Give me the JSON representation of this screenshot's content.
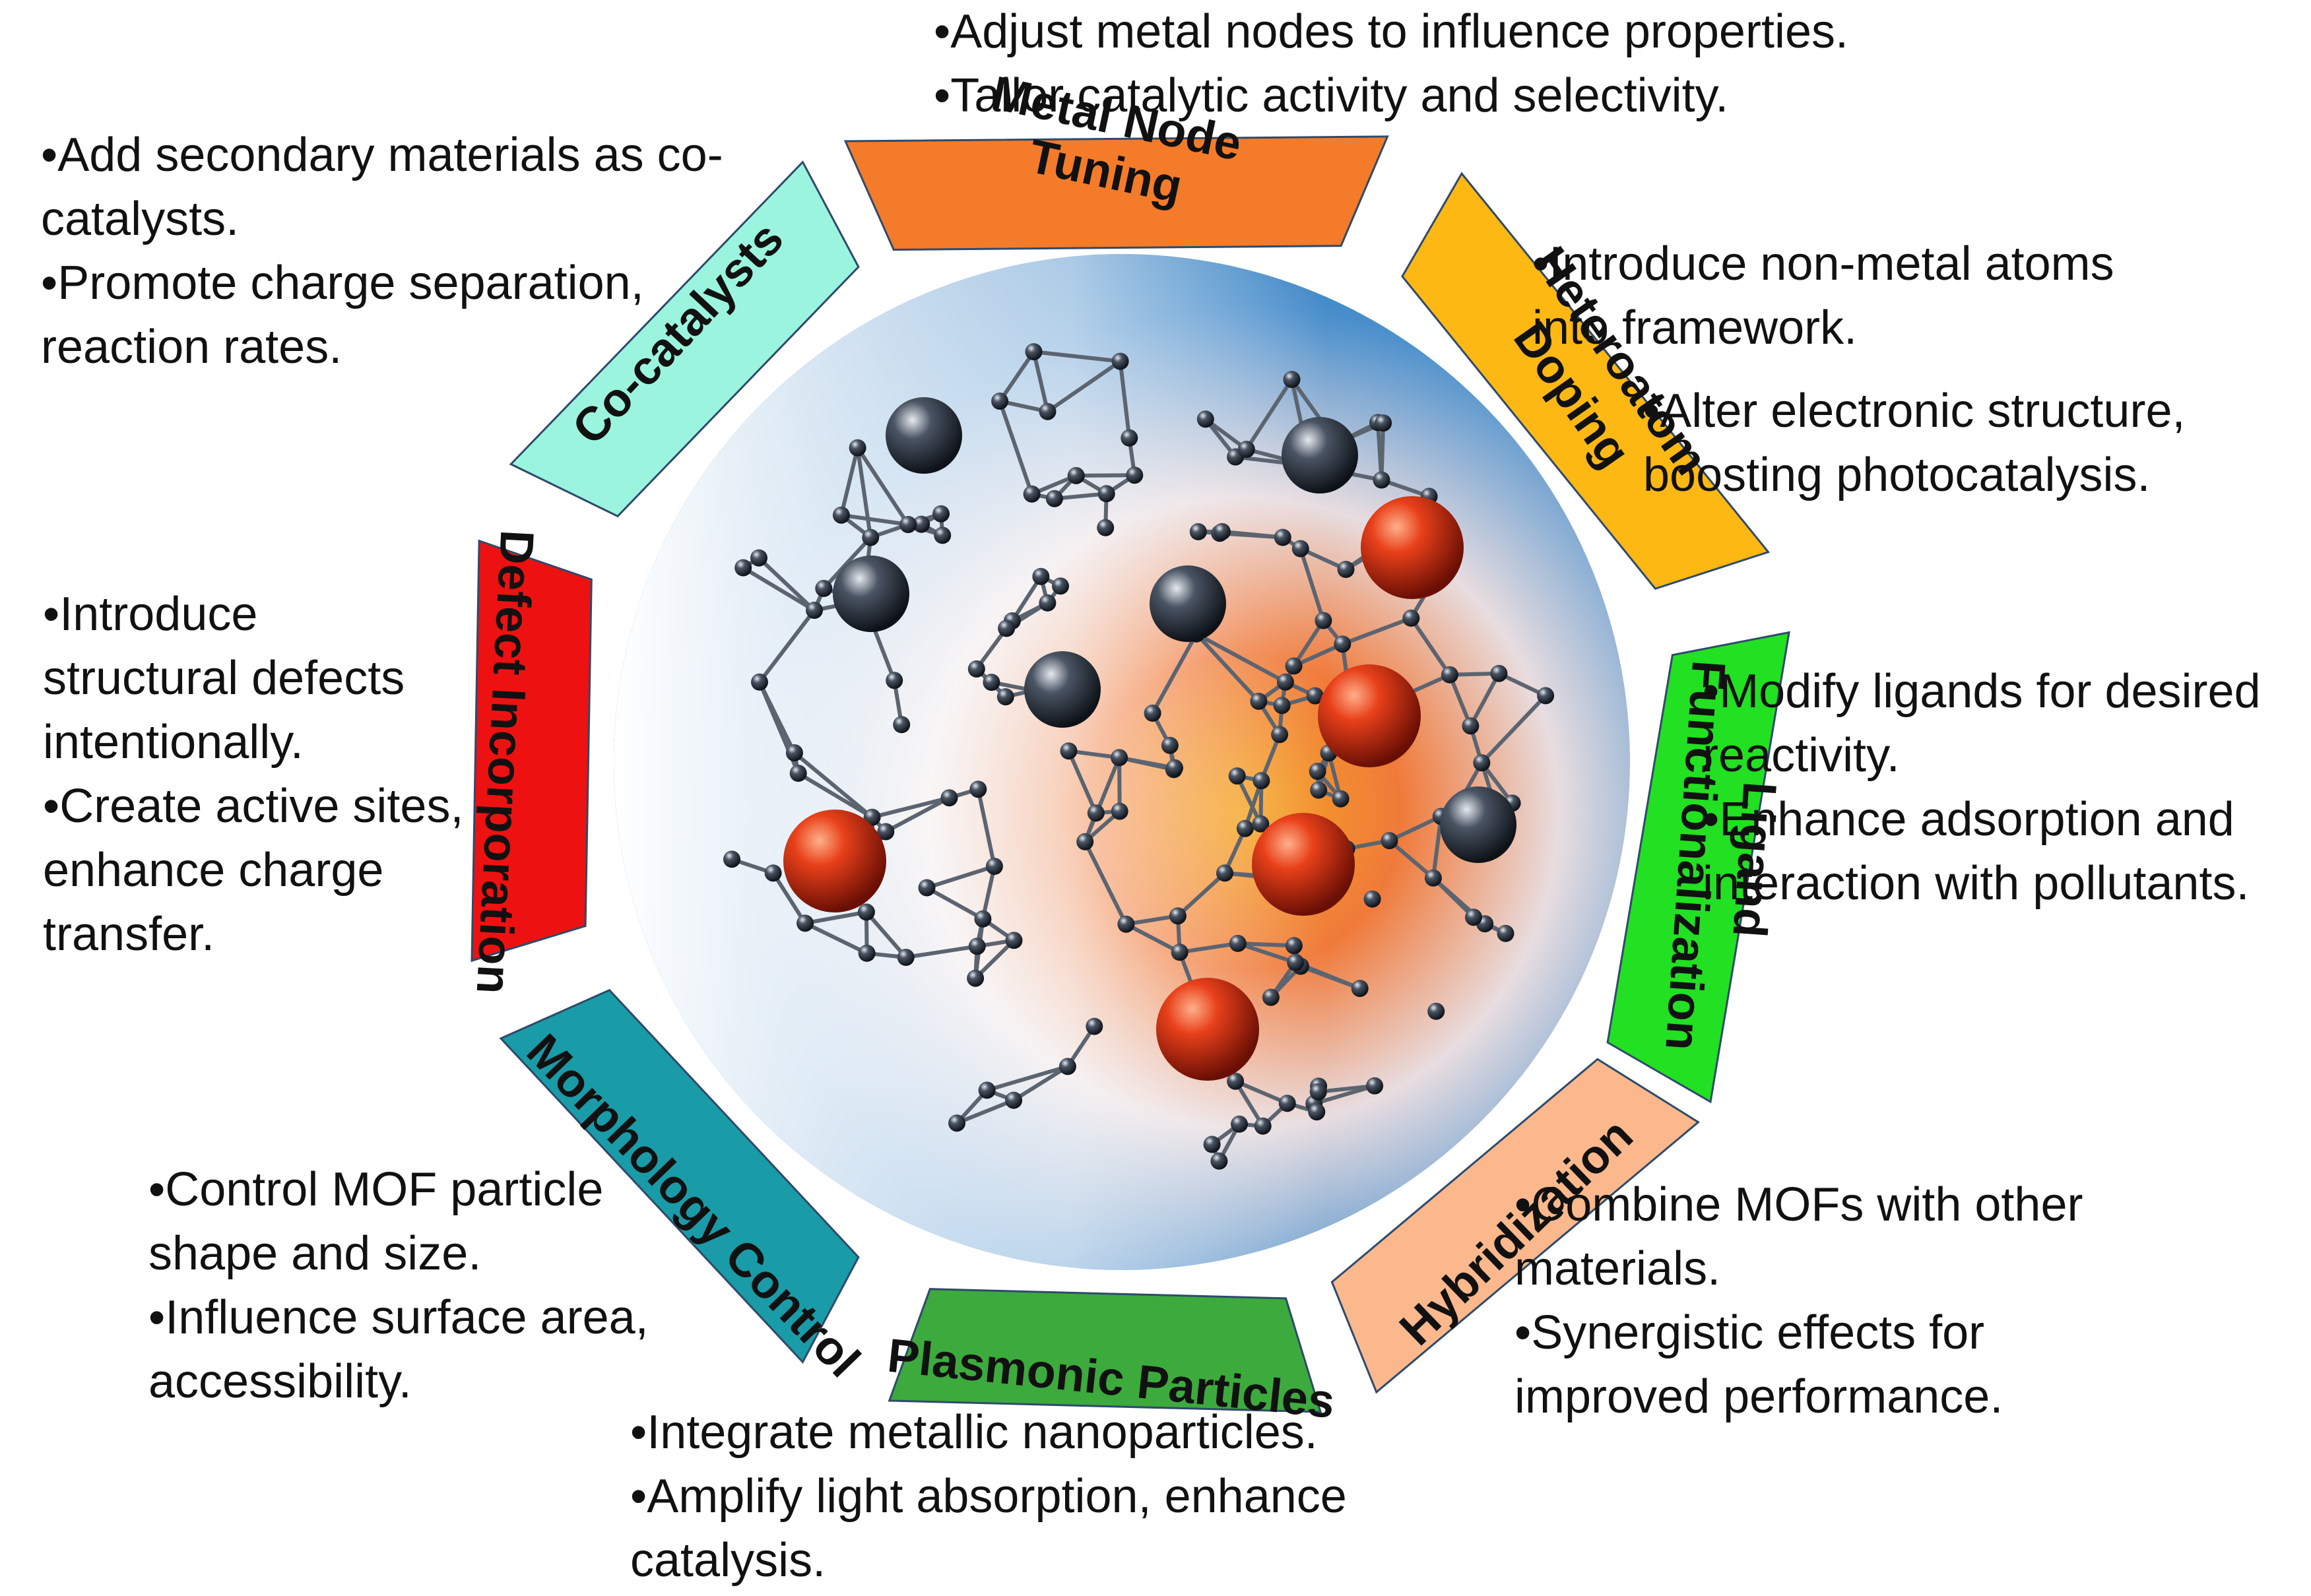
{
  "center_image": {
    "name": "mof-framework-illustration"
  },
  "segments": [
    {
      "id": "metal-node-tuning",
      "label_lines": [
        "Metal Node",
        "Tuning"
      ],
      "color": "#F47B2A",
      "bullets": [
        "•Adjust metal nodes to influence properties.",
        "•Tailor catalytic activity and selectivity."
      ]
    },
    {
      "id": "heteroatom-doping",
      "label_lines": [
        "Heteroatom",
        "Doping"
      ],
      "color": "#FDB813",
      "bullets": [
        "•Introduce non-metal atoms into framework.",
        "•Alter electronic structure, boosting photocatalysis."
      ]
    },
    {
      "id": "ligand-functionalization",
      "label_lines": [
        "Ligand",
        "Functionalization"
      ],
      "color": "#22E022",
      "bullets": [
        "•Modify ligands for desired reactivity.",
        "•Enhance adsorption and interaction with pollutants."
      ]
    },
    {
      "id": "hybridization",
      "label_lines": [
        "Hybridization"
      ],
      "color": "#FAB88C",
      "bullets": [
        "•Combine MOFs with other materials.",
        "•Synergistic effects for improved performance."
      ]
    },
    {
      "id": "plasmonic-particles",
      "label_lines": [
        "Plasmonic Particles"
      ],
      "color": "#3DAA3D",
      "bullets": [
        "•Integrate metallic nanoparticles.",
        "•Amplify light absorption, enhance catalysis."
      ]
    },
    {
      "id": "morphology-control",
      "label_lines": [
        "Morphology Control"
      ],
      "color": "#1A9BA8",
      "bullets": [
        "•Control MOF particle shape and size.",
        "•Influence surface area, accessibility."
      ]
    },
    {
      "id": "defect-incorporation",
      "label_lines": [
        "Defect Incorporation"
      ],
      "color": "#EE1111",
      "bullets": [
        "•Introduce structural defects intentionally.",
        "•Create active sites, enhance charge transfer."
      ]
    },
    {
      "id": "co-catalysts",
      "label_lines": [
        "Co-catalysts"
      ],
      "color": "#9BF5DE",
      "bullets": [
        "•Add secondary materials as co-catalysts.",
        "•Promote charge separation, reaction rates."
      ]
    }
  ]
}
